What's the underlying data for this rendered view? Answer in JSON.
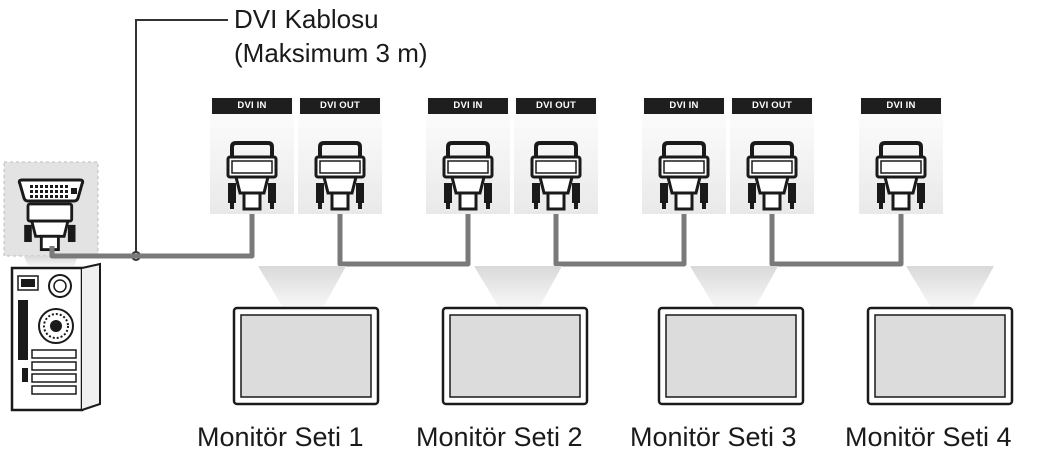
{
  "cable": {
    "label_line1": "DVI Kablosu",
    "label_line2": "(Maksimum 3 m)"
  },
  "ports": {
    "in_label": "DVI IN",
    "out_label": "DVI OUT"
  },
  "monitors": [
    {
      "label": "Monitör Seti 1"
    },
    {
      "label": "Monitör Seti 2"
    },
    {
      "label": "Monitör Seti 3"
    },
    {
      "label": "Monitör Seti 4"
    }
  ],
  "icons": {
    "pc": "desktop-pc-icon",
    "monitor": "monitor-icon",
    "connector": "dvi-connector-icon"
  },
  "colors": {
    "cable": "#7a7a7a",
    "port_tag": "#1e1e1e",
    "panel_bg": "#e6e6e6",
    "text": "#1a1a1a"
  }
}
